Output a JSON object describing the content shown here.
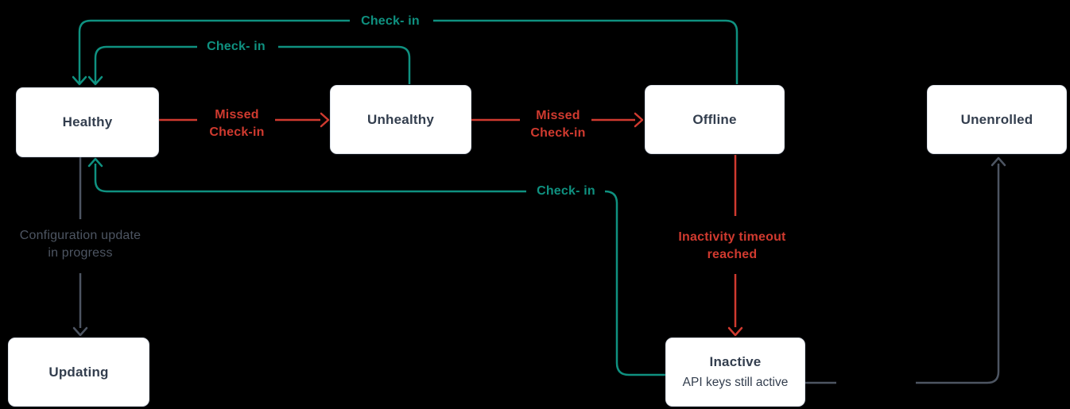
{
  "colors": {
    "background": "#000000",
    "check_in_edge": "#0F9180",
    "alert_edge": "#D03A2F",
    "neutral_edge": "#4D5562",
    "node_background": "#FFFFFF",
    "node_border": "#DDE2E9",
    "node_text": "#333E4E"
  },
  "nodes": [
    {
      "id": "healthy",
      "label": "Healthy"
    },
    {
      "id": "unhealthy",
      "label": "Unhealthy"
    },
    {
      "id": "offline",
      "label": "Offline"
    },
    {
      "id": "unenrolled",
      "label": "Unenrolled"
    },
    {
      "id": "updating",
      "label": "Updating"
    },
    {
      "id": "inactive",
      "label": "Inactive",
      "sublabel": "API keys still active"
    }
  ],
  "edges": [
    {
      "id": "offline-to-healthy",
      "type": "check-in",
      "label": "Check- in"
    },
    {
      "id": "unhealthy-to-healthy",
      "type": "check-in",
      "label": "Check- in"
    },
    {
      "id": "inactive-to-healthy",
      "type": "check-in",
      "label": "Check- in"
    },
    {
      "id": "healthy-to-unhealthy",
      "type": "alert",
      "label_lines": [
        "Missed",
        "Check-in"
      ]
    },
    {
      "id": "unhealthy-to-offline",
      "type": "alert",
      "label_lines": [
        "Missed",
        "Check-in"
      ]
    },
    {
      "id": "offline-to-inactive",
      "type": "alert",
      "label_lines": [
        "Inactivity timeout",
        "reached"
      ]
    },
    {
      "id": "healthy-to-updating",
      "type": "neutral",
      "label_lines": [
        "Configuration update",
        "in progress"
      ]
    },
    {
      "id": "inactive-to-unenrolled",
      "type": "neutral"
    }
  ]
}
